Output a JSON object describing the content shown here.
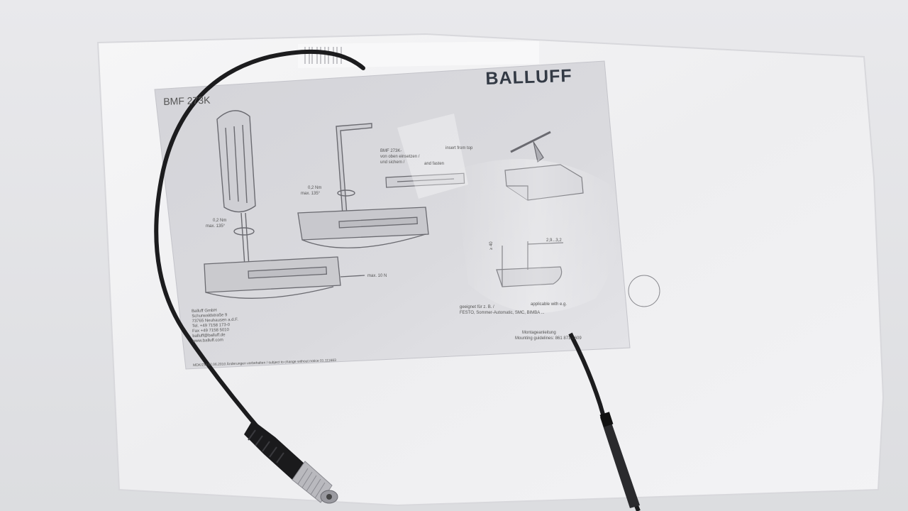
{
  "sheet": {
    "brand": "BALLUFF",
    "model": "BMF 273K",
    "torque_label_1": "0,2 Nm",
    "torque_label_1b": "max. 135°",
    "torque_label_2": "0,2 Nm",
    "torque_label_2b": "max. 135°",
    "force_label": "max. 10 N",
    "insert_de": "BMF 273K-",
    "insert_de_2": "von oben einsetzen /",
    "insert_de_3": "und sichern /",
    "insert_en": "insert from top",
    "insert_en_2": "and fasten",
    "dim_40": "≥ 40",
    "dim_range": "2,9...3,2",
    "suitable_de": "geeignet für z. B. /",
    "suitable_en": "applicable with e.g.",
    "suitable_list": "FESTO, Sommer-Automatic, SMC, BIMBA ...",
    "mounting_de": "Montageanleitung",
    "mounting_en": "Mounting guidelines: 861 871 - 609",
    "address": [
      "Balluff GmbH",
      "Schurwaldstraße 9",
      "73765 Neuhausen a.d.F.",
      "Tel. +49 7158 173-0",
      "Fax +49 7158 5010",
      "balluff@balluff.de",
      "www.balluff.com"
    ],
    "footer_note": "MDK/ZM 02.06.2010 Änderungen vorbehalten / subject to change without notice 01.111683"
  },
  "colors": {
    "background": "#e6e7ea",
    "bag": "#f1f1f3",
    "sheet": "#d9d9de",
    "cable": "#1c1c1e",
    "brand": "#333a45"
  }
}
